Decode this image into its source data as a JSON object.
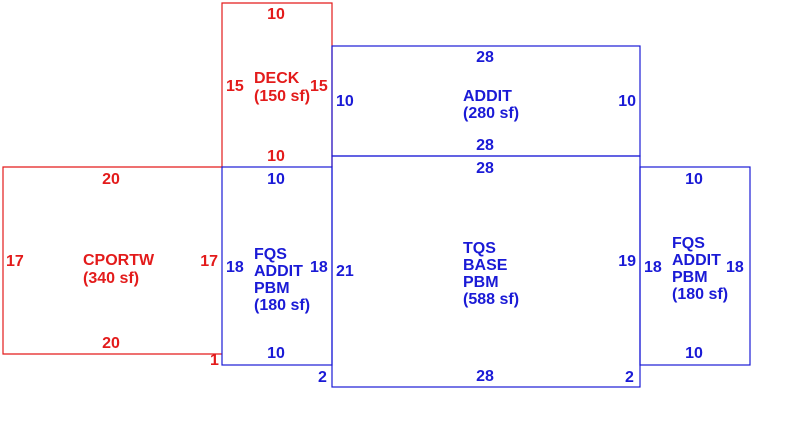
{
  "colors": {
    "red": "#e31b1b",
    "blue": "#1a1ad6",
    "background": "#ffffff"
  },
  "areas": [
    {
      "id": "deck",
      "color": "red",
      "label_lines": [
        "DECK",
        "(150 sf)"
      ],
      "dims": {
        "top": "10",
        "left": "15",
        "right": "15",
        "bottom": "10"
      }
    },
    {
      "id": "addit-top",
      "color": "blue",
      "label_lines": [
        "ADDIT",
        "(280 sf)"
      ],
      "dims": {
        "top": "28",
        "left": "10",
        "right": "10",
        "bottom": "28"
      }
    },
    {
      "id": "cportw",
      "color": "red",
      "label_lines": [
        "CPORTW",
        "(340 sf)"
      ],
      "dims": {
        "top": "20",
        "left": "17",
        "right": "17",
        "bottom": "20",
        "corner": "1"
      }
    },
    {
      "id": "fqs-left",
      "color": "blue",
      "label_lines": [
        "FQS",
        "ADDIT",
        "PBM",
        "(180 sf)"
      ],
      "dims": {
        "top": "10",
        "left": "18",
        "right": "18",
        "bottom": "10",
        "corner": "2"
      }
    },
    {
      "id": "tqs-base",
      "color": "blue",
      "label_lines": [
        "TQS",
        "BASE",
        "PBM",
        "(588 sf)"
      ],
      "dims": {
        "top": "28",
        "left": "21",
        "right": "19",
        "bottom": "28",
        "corner": "2"
      }
    },
    {
      "id": "fqs-right",
      "color": "blue",
      "label_lines": [
        "FQS",
        "ADDIT",
        "PBM",
        "(180 sf)"
      ],
      "dims": {
        "top": "10",
        "left": "18",
        "right": "18",
        "bottom": "10"
      }
    }
  ]
}
